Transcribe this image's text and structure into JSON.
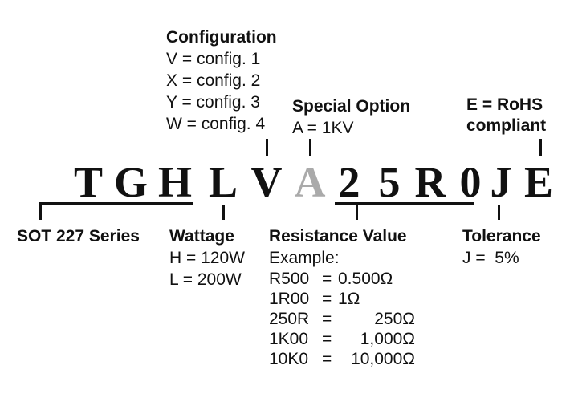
{
  "part_number": {
    "chars": [
      "T",
      "G",
      "H",
      "L",
      "V",
      "A",
      "2",
      "5",
      "R",
      "0",
      "J",
      "E"
    ],
    "muted_color": "#aaaaaa",
    "text_color": "#111111"
  },
  "configuration": {
    "title": "Configuration",
    "lines": [
      "V = config. 1",
      "X = config. 2",
      "Y = config. 3",
      "W = config. 4"
    ]
  },
  "special_option": {
    "title": "Special Option",
    "lines": [
      "A = 1KV"
    ]
  },
  "rohs": {
    "lines": [
      "E = RoHS",
      "compliant"
    ]
  },
  "series": {
    "title": "SOT 227 Series"
  },
  "wattage": {
    "title": "Wattage",
    "lines": [
      "H = 120W",
      "L = 200W"
    ]
  },
  "resistance": {
    "title": "Resistance Value",
    "example_label": "Example:",
    "rows": [
      {
        "code": "R500",
        "eq": "=",
        "value": "0.500Ω"
      },
      {
        "code": "1R00",
        "eq": "=",
        "value": "1Ω"
      },
      {
        "code": "250R",
        "eq": "=",
        "value": "250Ω"
      },
      {
        "code": "1K00",
        "eq": "=",
        "value": "1,000Ω"
      },
      {
        "code": "10K0",
        "eq": "=",
        "value": "10,000Ω"
      }
    ]
  },
  "tolerance": {
    "title": "Tolerance",
    "lines": [
      "J =  5%"
    ]
  }
}
